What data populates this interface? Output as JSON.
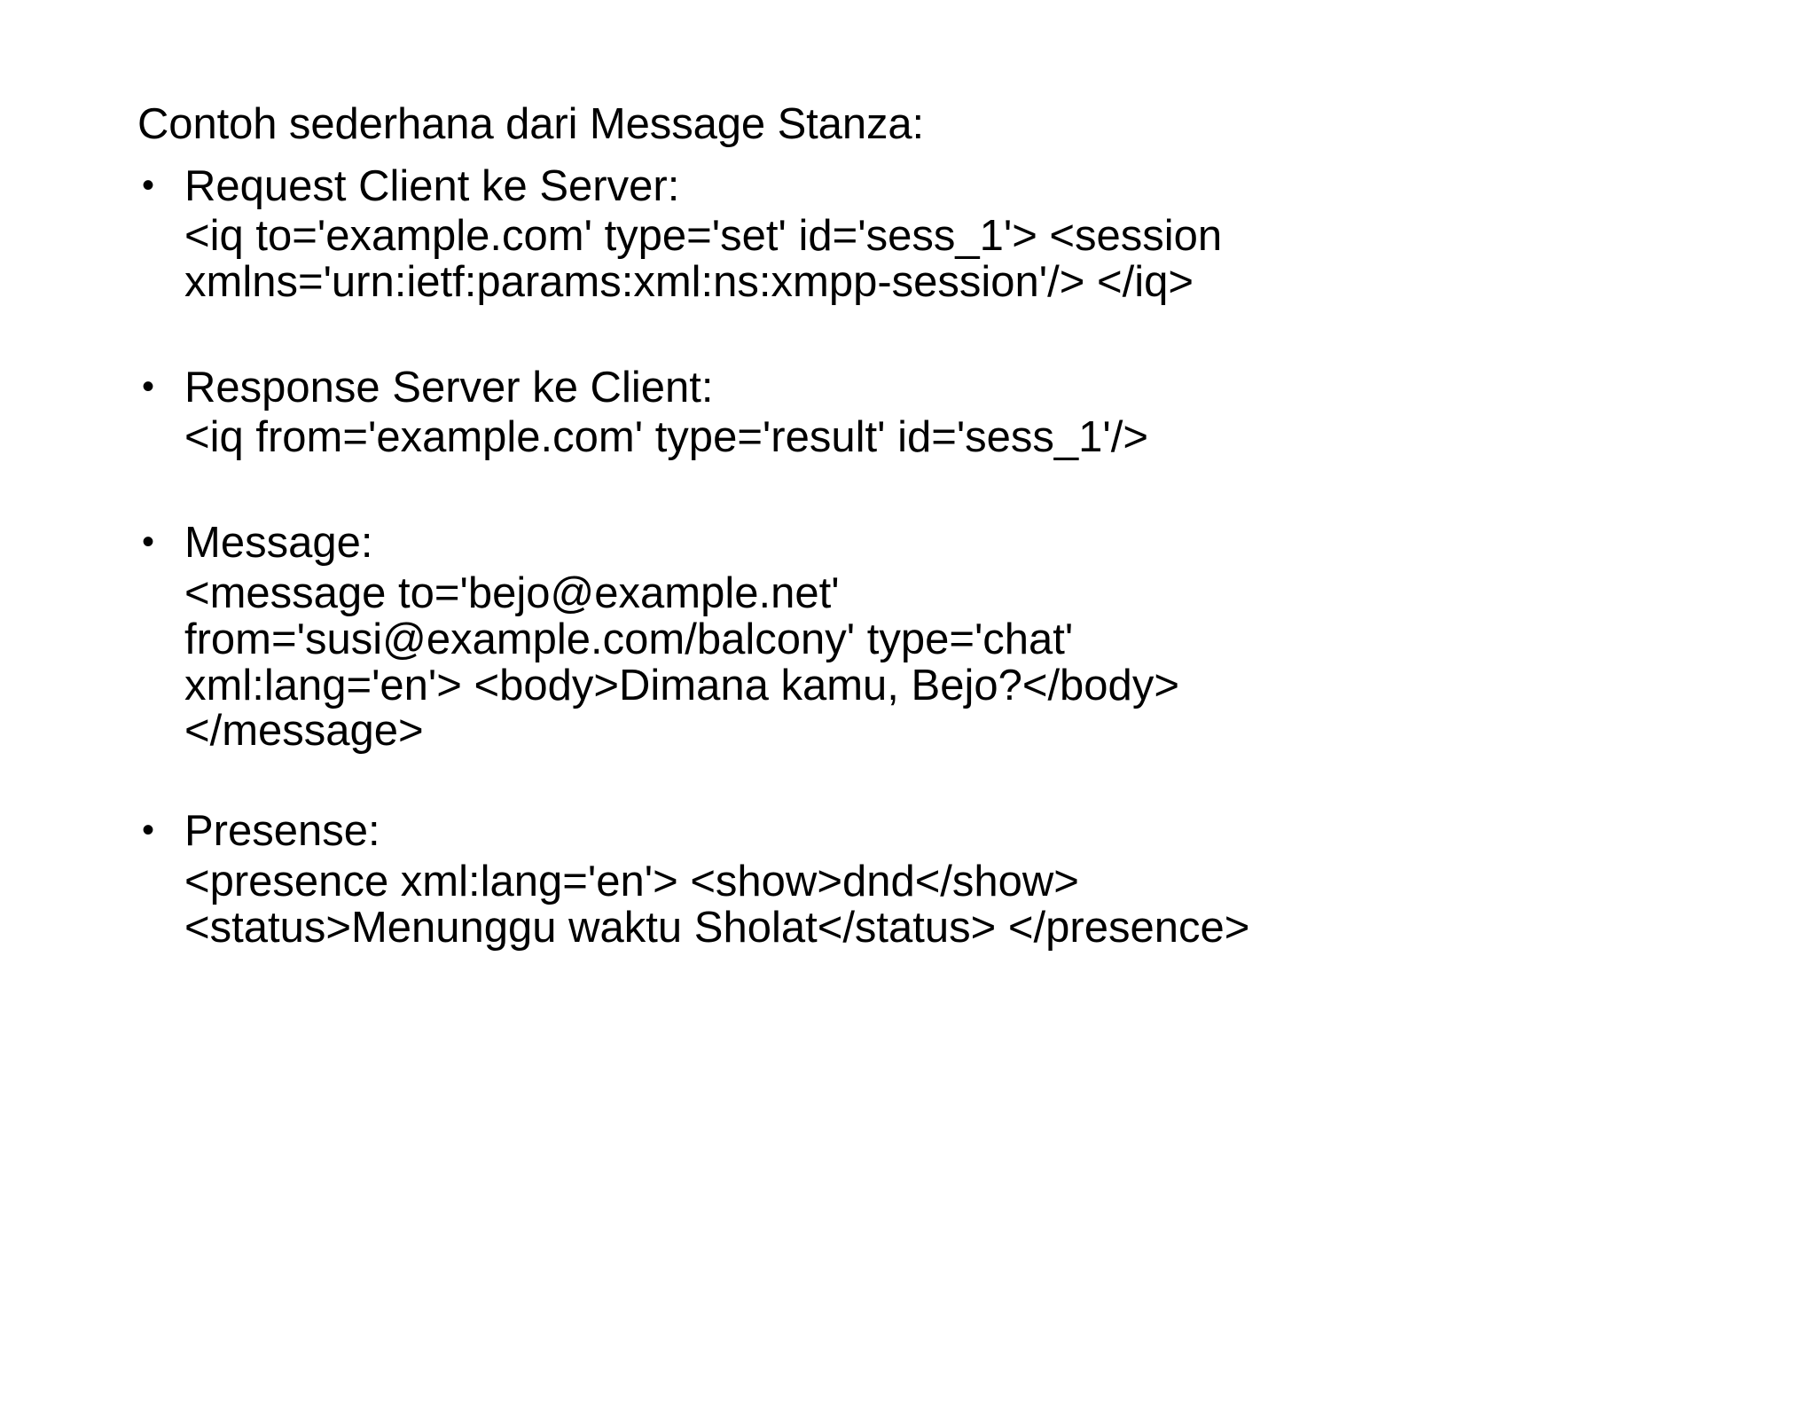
{
  "slide": {
    "title": "Contoh sederhana dari Message Stanza:",
    "bullet_glyph": "•",
    "background_color": "#ffffff",
    "text_color": "#000000",
    "items": [
      {
        "label": "Request Client ke Server:",
        "code_lines": [
          "<iq to='example.com' type='set' id='sess_1'> <session",
          "xmlns='urn:ietf:params:xml:ns:xmpp-session'/> </iq>"
        ]
      },
      {
        "label": "Response Server ke Client:",
        "code_lines": [
          "<iq from='example.com' type='result' id='sess_1'/>"
        ]
      },
      {
        "label": "Message:",
        "code_lines": [
          "<message to='bejo@example.net'",
          "from='susi@example.com/balcony' type='chat'",
          "xml:lang='en'> <body>Dimana kamu, Bejo?</body>",
          "</message>"
        ]
      },
      {
        "label": "Presense:",
        "code_lines": [
          "<presence xml:lang='en'> <show>dnd</show>",
          "<status>Menunggu waktu Sholat</status> </presence>"
        ]
      }
    ]
  }
}
